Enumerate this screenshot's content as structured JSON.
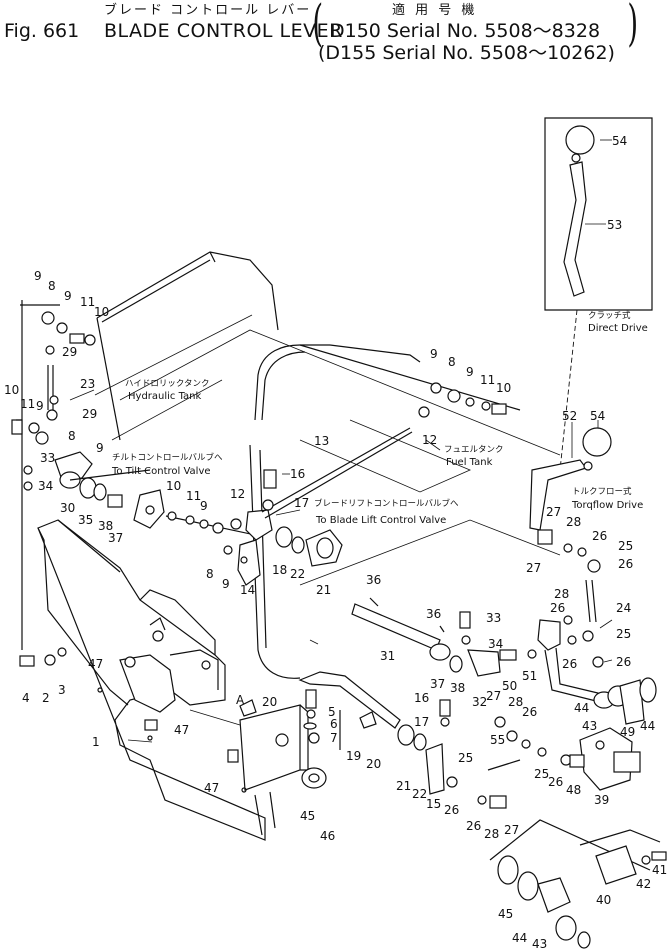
{
  "header": {
    "fig_label": "Fig. 661",
    "title_jp": "ブレード コントロール レバー",
    "title_en": "BLADE CONTROL LEVER",
    "usage_jp": "適 用 号 機",
    "serial_1": "D150 Serial No. 5508～8328",
    "serial_2": "(D155 Serial No. 5508～10262)"
  },
  "notes": [
    {
      "jp": "ハイドロリックタンク",
      "en": "Hydraulic Tank"
    },
    {
      "jp": "チルトコントロールバルブへ",
      "en": "To Tilt Control Valve"
    },
    {
      "jp": "フュエルタンク",
      "en": "Fuel Tank"
    },
    {
      "jp": "ブレードリフトコントロールバルブへ",
      "en": "To Blade Lift Control Valve"
    },
    {
      "jp": "クラッチ式",
      "en": "Direct Drive"
    },
    {
      "jp": "トルクフロー式",
      "en": "Torqflow Drive"
    }
  ],
  "callouts": [
    "1",
    "2",
    "3",
    "4",
    "5",
    "6",
    "7",
    "8",
    "9",
    "10",
    "11",
    "12",
    "13",
    "14",
    "15",
    "16",
    "17",
    "18",
    "19",
    "20",
    "21",
    "22",
    "23",
    "24",
    "25",
    "26",
    "27",
    "28",
    "29",
    "30",
    "31",
    "32",
    "33",
    "34",
    "35",
    "36",
    "37",
    "38",
    "39",
    "40",
    "41",
    "42",
    "43",
    "44",
    "45",
    "46",
    "47",
    "48",
    "49",
    "50",
    "51",
    "52",
    "53",
    "54",
    "55",
    "A"
  ]
}
